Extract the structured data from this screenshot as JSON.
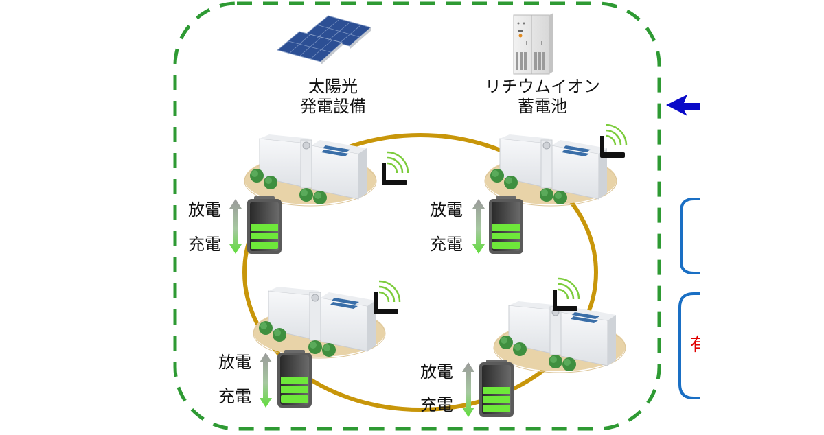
{
  "diagram": {
    "title": "",
    "colors": {
      "boundary": "#2e9a33",
      "ring": "#c8960a",
      "arrow": "#0a0ac8",
      "panel_border": "#1a6fc4",
      "panel_text": "#e00000",
      "battery_charge": "#6ee83a",
      "signal": "#7ccc3c"
    },
    "facilities": [
      {
        "id": "solar",
        "icon": "solar-panel-icon",
        "label_line1": "太陽光",
        "label_line2": "発電設備"
      },
      {
        "id": "storage",
        "icon": "battery-cabinet-icon",
        "label_line1": "リチウムイオン",
        "label_line2": "蓄電池"
      }
    ],
    "sites": [
      {
        "id": "top-left",
        "discharge_label": "放電",
        "charge_label": "充電",
        "battery_level": "3/3"
      },
      {
        "id": "top-right",
        "discharge_label": "放電",
        "charge_label": "充電",
        "battery_level": "3/3"
      },
      {
        "id": "bottom-left",
        "discharge_label": "放電",
        "charge_label": "充電",
        "battery_level": "3/3"
      },
      {
        "id": "bottom-right",
        "discharge_label": "放電",
        "charge_label": "充電",
        "battery_level": "3/3"
      }
    ],
    "right_panels": [
      {
        "text": ""
      },
      {
        "text": "有"
      }
    ]
  }
}
